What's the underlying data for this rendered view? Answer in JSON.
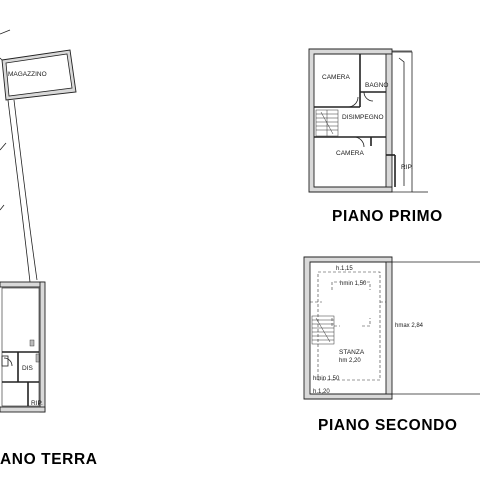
{
  "floors": {
    "ground": {
      "title": "ANO TERRA",
      "rooms": {
        "magazzino": "MAGAZZINO",
        "dis": "DIS",
        "rip": "RIP."
      }
    },
    "first": {
      "title": "PIANO PRIMO",
      "rooms": {
        "camera_top": "CAMERA",
        "bagno": "BAGNO",
        "disimpegno": "DISIMPEGNO",
        "camera_bottom": "CAMERA",
        "rip": "RIP."
      }
    },
    "second": {
      "title": "PIANO SECONDO",
      "rooms": {
        "stanza": "STANZA"
      },
      "heights": {
        "top": "h.1,15",
        "hmin": "hmin 1,50",
        "hmax": "hmax 2,84",
        "hm": "hm 2,20",
        "hmin_low": "hmin 1,50",
        "bottom": "h.1,20"
      }
    }
  },
  "colors": {
    "wall": "#222222",
    "wall_fill": "#d9d9d9",
    "background": "#ffffff"
  }
}
